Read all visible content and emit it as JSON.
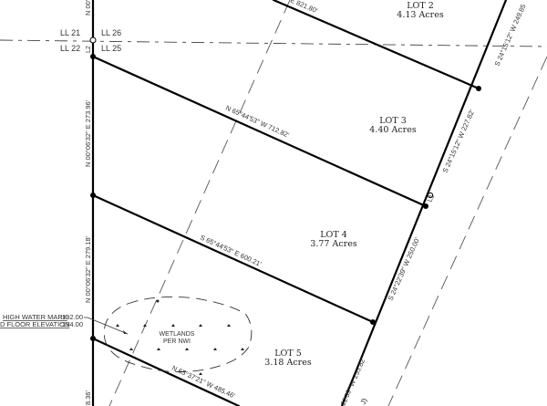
{
  "drawing": {
    "type": "survey-plat",
    "land_lots": {
      "ll21": "LL 21",
      "ll26": "LL 26",
      "ll22": "LL 22",
      "ll25": "LL 25"
    },
    "lots": [
      {
        "id": "lot2",
        "label": "LOT 2",
        "area": "4.13 Acres"
      },
      {
        "id": "lot3",
        "label": "LOT 3",
        "area": "4.40 Acres"
      },
      {
        "id": "lot4",
        "label": "LOT 4",
        "area": "3.77 Acres"
      },
      {
        "id": "lot5",
        "label": "LOT 5",
        "area": "3.18 Acres"
      }
    ],
    "bearings": {
      "top_line": "E   821.80'",
      "lot3_north": "N 65°44'53\" W   712.82'",
      "lot4_north": "S 65°44'53\" E   600.21'",
      "lot5_north": "N 65°37'21\" W   485.46'",
      "west_top": "N 00'0",
      "west_lot3": "N 00°06'32\" E   273.96'",
      "west_lot4": "N 00°06'32\" E   279.18'",
      "west_bottom": "8.36'",
      "east_lot2": "S 24°15'12\" W   249.85",
      "east_lot3": "S 24°15'12\" W   227.82'",
      "east_lot4": "S 24°22'39\" W   250.00'",
      "east_lot5": "22'39\" W   255.82'",
      "line_tag": "L1",
      "corner_tag": "L2",
      "road_fragment": "J)"
    },
    "wetlands": {
      "label_line1": "WETLANDS",
      "label_line2": "PER NWI"
    },
    "notes": {
      "high_water_label": "HIGH WATER MARK",
      "high_water_value": ":192.00",
      "floor_label": "D FLOOR ELEVATION",
      "floor_value": ":194.00"
    }
  }
}
